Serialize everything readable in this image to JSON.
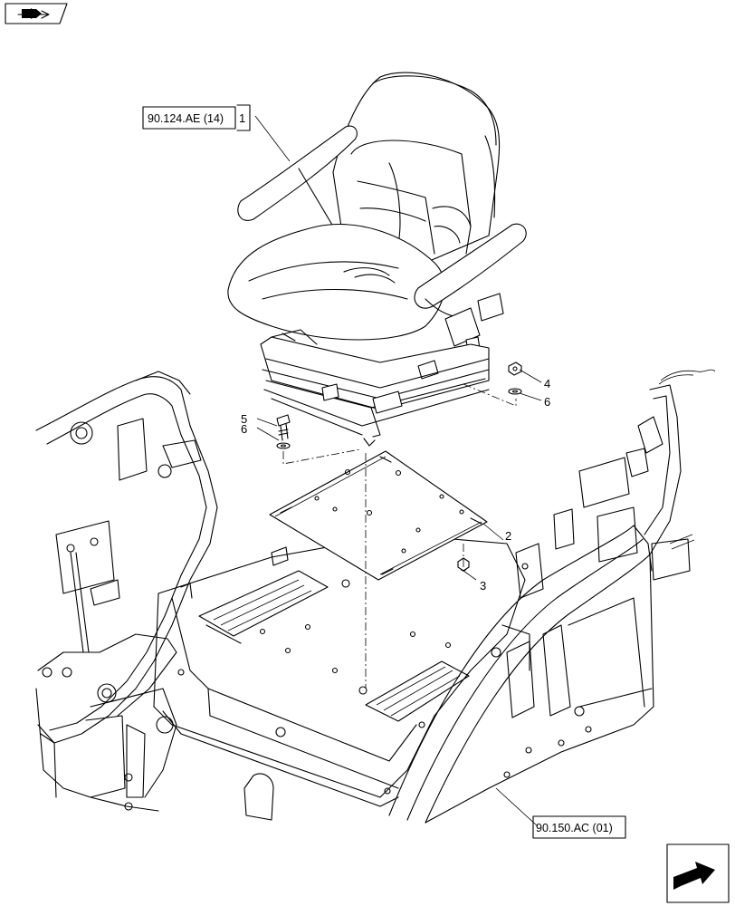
{
  "references": {
    "seat_assembly": "90.124.AE (14)",
    "cab_frame": "90.150.AC (01)"
  },
  "callouts": {
    "c1": "1",
    "c2": "2",
    "c3": "3",
    "c4": "4",
    "c5": "5",
    "c6a": "6",
    "c6b": "6"
  },
  "icons": {
    "top_left": "book-arrow-icon",
    "bottom_right": "next-page-arrow-icon"
  }
}
